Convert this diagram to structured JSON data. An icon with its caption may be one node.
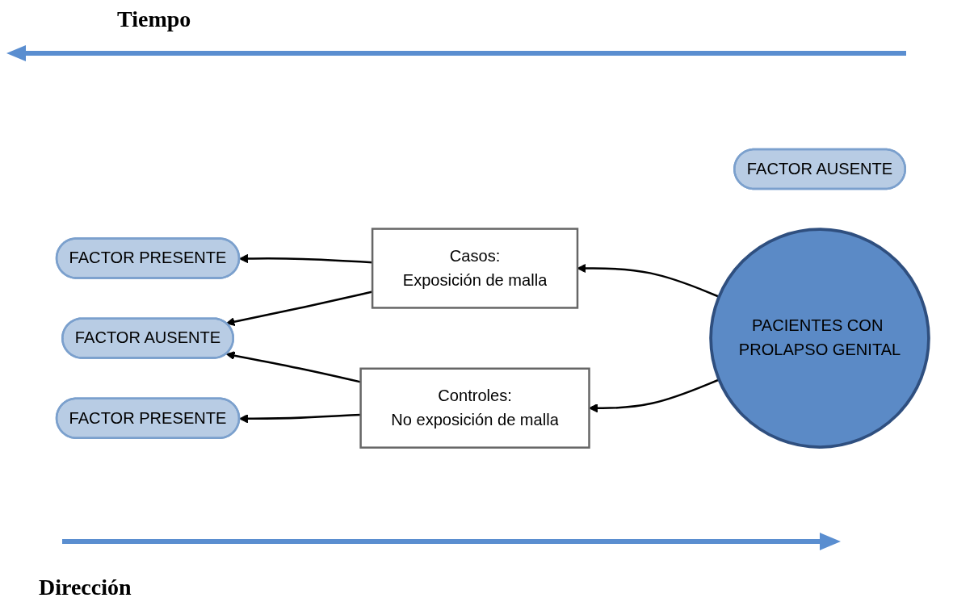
{
  "diagram": {
    "nodes": [
      {
        "text": [
          "FACTOR PRESENTE"
        ]
      },
      {
        "text": [
          "FACTOR AUSENTE"
        ]
      },
      {
        "text": [
          "FACTOR PRESENTE"
        ]
      },
      {
        "text": [
          "FACTOR AUSENTE"
        ]
      },
      {
        "text": [
          "Casos:",
          "Exposición de malla"
        ]
      },
      {
        "text": [
          "Controles:",
          "No exposición de malla"
        ]
      },
      {
        "text": [
          "PACIENTES CON PROLAPSO GENITAL"
        ]
      }
    ],
    "edges": [
      {
        "from": 4,
        "to": 0,
        "arrow": "to"
      },
      {
        "from": 4,
        "to": 1,
        "arrow": "to"
      },
      {
        "from": 5,
        "to": 1,
        "arrow": "to"
      },
      {
        "from": 5,
        "to": 2,
        "arrow": "to"
      },
      {
        "from": 6,
        "to": 4,
        "arrow": "to"
      },
      {
        "from": 6,
        "to": 5,
        "arrow": "to"
      }
    ],
    "labels": [
      "Tiempo",
      "Dirección"
    ]
  }
}
